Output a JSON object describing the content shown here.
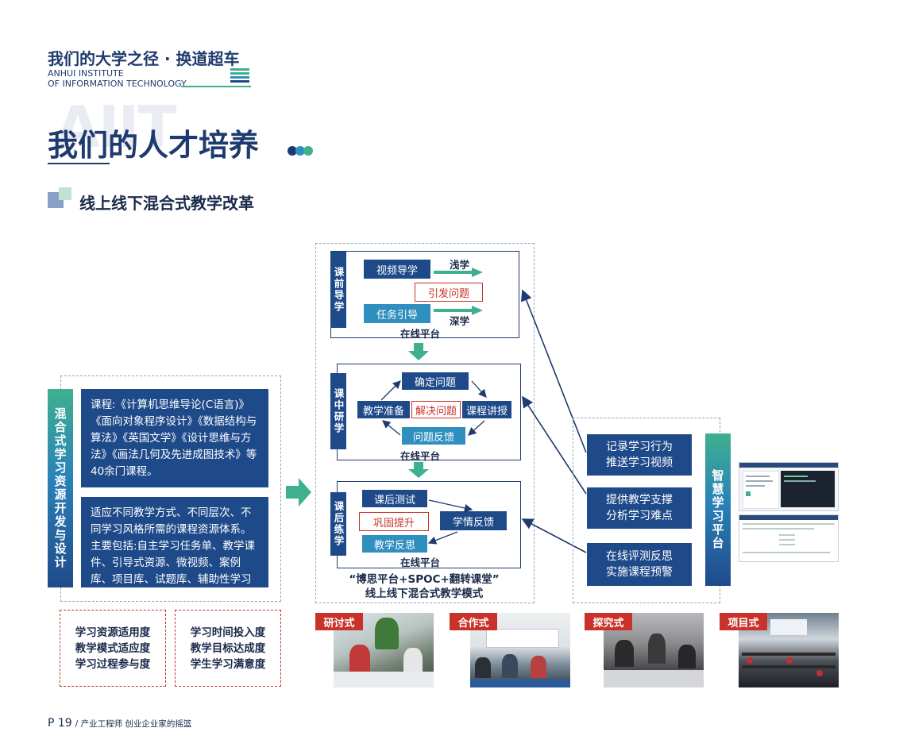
{
  "header": {
    "title": "我们的大学之径 · 换道超车",
    "institute_line1": "ANHUI INSTITUTE",
    "institute_line2": "OF INFORMATION TECHNOLOGY",
    "watermark": "AIIT",
    "section_title": "我们的人才培养",
    "subsection_title": "线上线下混合式教学改革"
  },
  "left": {
    "vertical_label": "混合式学习资源开发与设计",
    "box1_text": "课程:《计算机思维导论(C语言)》《面向对象程序设计》《数据结构与算法》《英国文学》《设计思维与方法》《画法几何及先进成图技术》等40余门课程。",
    "box2_text": "适应不同教学方式、不同层次、不同学习风格所需的课程资源体系。主要包括:自主学习任务单、教学课件、引导式资源、微视频、案例库、项目库、试题库、辅助性学习材料等。",
    "metrics_left": [
      "学习资源适用度",
      "教学模式适应度",
      "学习过程参与度"
    ],
    "metrics_right": [
      "学习时间投入度",
      "教学目标达成度",
      "学生学习满意度"
    ]
  },
  "center": {
    "pre": {
      "label": "课前导学",
      "video": "视频导学",
      "shallow": "浅学",
      "issue": "引发问题",
      "task": "任务引导",
      "deep": "深学",
      "platform": "在线平台"
    },
    "mid": {
      "label": "课中研学",
      "confirm": "确定问题",
      "prepare": "教学准备",
      "solve": "解决问题",
      "lecture": "课程讲授",
      "feedback": "问题反馈",
      "platform": "在线平台"
    },
    "post": {
      "label": "课后练学",
      "test": "课后测试",
      "consolidate": "巩固提升",
      "situation": "学情反馈",
      "reflect": "教学反思",
      "platform": "在线平台"
    },
    "caption_line1": "“博思平台+SPOC+翻转课堂”",
    "caption_line2": "线上线下混合式教学模式"
  },
  "right": {
    "item1": [
      "记录学习行为",
      "推送学习视频"
    ],
    "item2": [
      "提供教学支撑",
      "分析学习难点"
    ],
    "item3": [
      "在线评测反思",
      "实施课程预警"
    ],
    "vertical_label": "智慧学习平台"
  },
  "photos": [
    "研讨式",
    "合作式",
    "探究式",
    "项目式"
  ],
  "footer": {
    "page": "P 19",
    "text": "/ 产业工程师 创业企业家的摇篮"
  },
  "colors": {
    "navy": "#1f4a8a",
    "teal": "#2f8fbf",
    "green": "#3fb08f",
    "red": "#c8322a"
  }
}
